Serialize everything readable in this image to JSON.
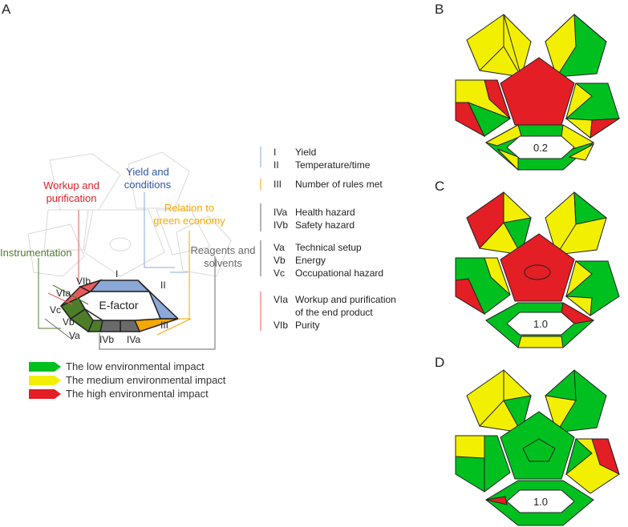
{
  "panels": {
    "a": "A",
    "b": "B",
    "c": "C",
    "d": "D"
  },
  "colors": {
    "green": "#00c020",
    "yellow": "#f2f000",
    "red": "#e31e24",
    "blue": "#8aa8d8",
    "orange": "#f5a800",
    "gray": "#6a6a6a",
    "darkgreen": "#4e7d2a",
    "pink": "#e85a5a"
  },
  "diagram_a": {
    "categories": {
      "workup": [
        "Workup and",
        "purification"
      ],
      "yield": [
        "Yield and",
        "conditions"
      ],
      "relation": [
        "Relation to",
        "green economy"
      ],
      "instrumentation": "Instrumentation",
      "reagents": [
        "Reagents and",
        "solvents"
      ]
    },
    "center_label": "E-factor",
    "segment_labels": {
      "vib": "VIb",
      "via": "VIa",
      "vc": "Vc",
      "vb": "Vb",
      "va": "Va",
      "i": "I",
      "ii": "II",
      "iii": "III",
      "ivb": "IVb",
      "iva": "IVa"
    }
  },
  "key": [
    {
      "code": "I",
      "text": "Yield"
    },
    {
      "code": "II",
      "text": "Temperature/time"
    },
    {
      "code": "III",
      "text": "Number of rules met"
    },
    {
      "code": "IVa",
      "text": "Health hazard"
    },
    {
      "code": "IVb",
      "text": "Safety hazard"
    },
    {
      "code": "Va",
      "text": "Technical setup"
    },
    {
      "code": "Vb",
      "text": "Energy"
    },
    {
      "code": "Vc",
      "text": "Occupational hazard"
    },
    {
      "code": "VIa",
      "text": "Workup and purification"
    },
    {
      "code": "",
      "text": "of the end product"
    },
    {
      "code": "VIb",
      "text": "Purity"
    }
  ],
  "legend": [
    {
      "text": "The low environmental impact"
    },
    {
      "text": "The medium environmental impact"
    },
    {
      "text": "The high environmental impact"
    }
  ],
  "b": {
    "value": "0.2"
  },
  "c": {
    "value": "1.0"
  },
  "d": {
    "value": "1.0"
  }
}
